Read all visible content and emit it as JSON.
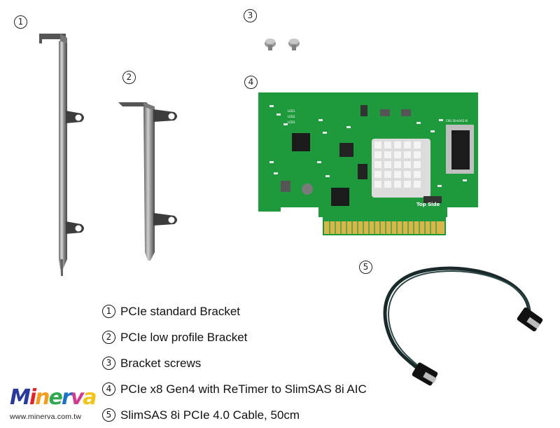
{
  "callouts": [
    {
      "num": "1"
    },
    {
      "num": "2"
    },
    {
      "num": "3"
    },
    {
      "num": "4"
    },
    {
      "num": "5"
    }
  ],
  "legend": [
    {
      "num": "1",
      "label": "PCIe standard Bracket"
    },
    {
      "num": "2",
      "label": "PCIe low profile Bracket"
    },
    {
      "num": "3",
      "label": "Bracket screws"
    },
    {
      "num": "4",
      "label": "PCIe x8 Gen4 with ReTimer to SlimSAS 8i AIC"
    },
    {
      "num": "5",
      "label": "SlimSAS 8i PCIe 4.0 Cable, 50cm"
    }
  ],
  "board": {
    "side_label": "Top Side",
    "led_labels": [
      "LED1",
      "LED2",
      "LED3"
    ],
    "connector_label": "CN1 SlimSAS 8i",
    "pcb_color": "#1e9a3c",
    "gold_color": "#d9b64a"
  },
  "logo": {
    "word": "Minerva",
    "url": "www.minerva.com.tw",
    "letter_colors": [
      "#2a3a9a",
      "#e0262b",
      "#f29d1f",
      "#2fa84f",
      "#1e6fc6",
      "#d23b8e",
      "#f0c419"
    ]
  },
  "icons": {
    "standard_bracket": "standard-bracket-icon",
    "low_profile_bracket": "low-profile-bracket-icon",
    "screws": "screw-icon",
    "card": "pcie-card-icon",
    "cable": "slimsas-cable-icon"
  }
}
